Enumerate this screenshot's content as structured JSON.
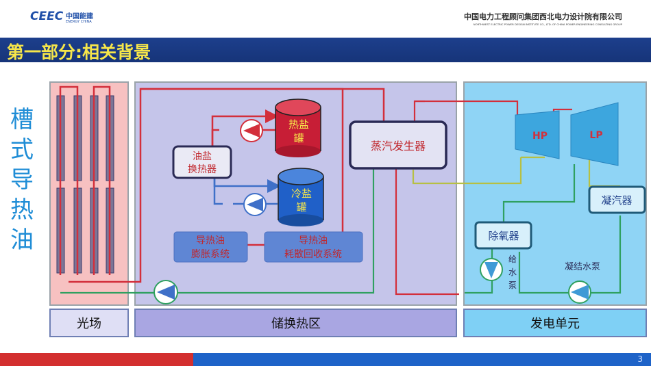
{
  "header": {
    "logo_mark": "CEEC",
    "logo_cn": "中国能建",
    "logo_en": "ENERGY CHINA",
    "org_cn": "中国电力工程顾问集团西北电力设计院有限公司",
    "org_en": "NORTHWEST ELECTRIC POWER DESIGN INSTITUTE CO., LTD. OF CHINA POWER ENGINEERING CONSULTING GROUP"
  },
  "title": "第一部分:相关背景",
  "side_title": [
    "槽",
    "式",
    "导",
    "热",
    "油"
  ],
  "zones": {
    "solar_field": "光场",
    "storage": "储换热区",
    "power": "发电单元"
  },
  "components": {
    "hot_tank": [
      "热盐",
      "罐"
    ],
    "cold_tank": [
      "冷盐",
      "罐"
    ],
    "oil_salt_hx": [
      "油盐",
      "换热器"
    ],
    "steam_generator": "蒸汽发生器",
    "expansion": [
      "导热油",
      "膨胀系统"
    ],
    "recovery": [
      "导热油",
      "耗散回收系统"
    ],
    "hp_turbine": "HP",
    "lp_turbine": "LP",
    "condenser": "凝汽器",
    "deaerator": "除氧器",
    "feed_pump": [
      "给",
      "水",
      "泵"
    ],
    "condensate_pump": "凝结水泵"
  },
  "colors": {
    "title_bar": "#1d3f8c",
    "title_text": "#f6e64a",
    "hot_line": "#d32f3b",
    "cold_line": "#3f70c8",
    "green_line": "#2fa060",
    "steam_line": "#b7c043",
    "hot_tank": "#c71e36",
    "cold_tank": "#2060c8",
    "turbine": "#3da6de"
  },
  "page_number": "3"
}
